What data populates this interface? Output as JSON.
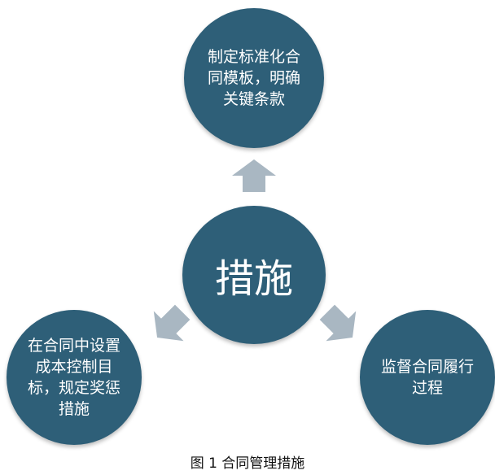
{
  "colors": {
    "node": "#2e5f78",
    "arrow": "#a9b7c2",
    "text": "#ffffff"
  },
  "nodes": {
    "center": "措施",
    "top": "制定标准化合同模板，明确关键条款",
    "left": "在合同中设置成本控制目标，规定奖惩措施",
    "right": "监督合同履行过程"
  },
  "caption": "图 1  合同管理措施"
}
